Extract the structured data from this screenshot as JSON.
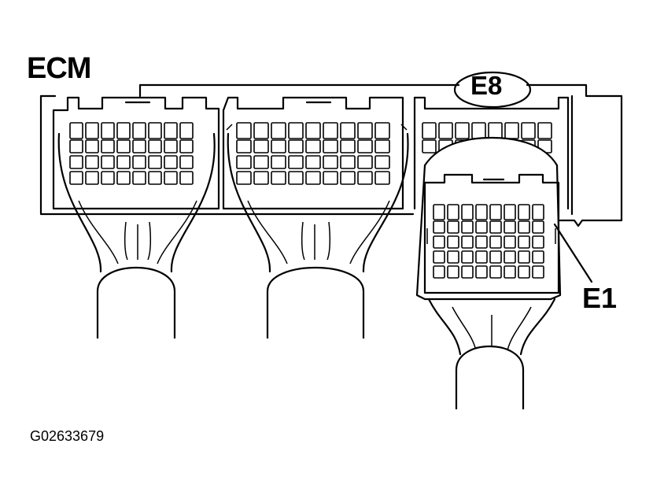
{
  "labels": {
    "ecm": "ECM",
    "connector": "E8",
    "terminal": "E1",
    "figure_code": "G02633679"
  },
  "colors": {
    "line": "#000000",
    "background": "#ffffff"
  }
}
